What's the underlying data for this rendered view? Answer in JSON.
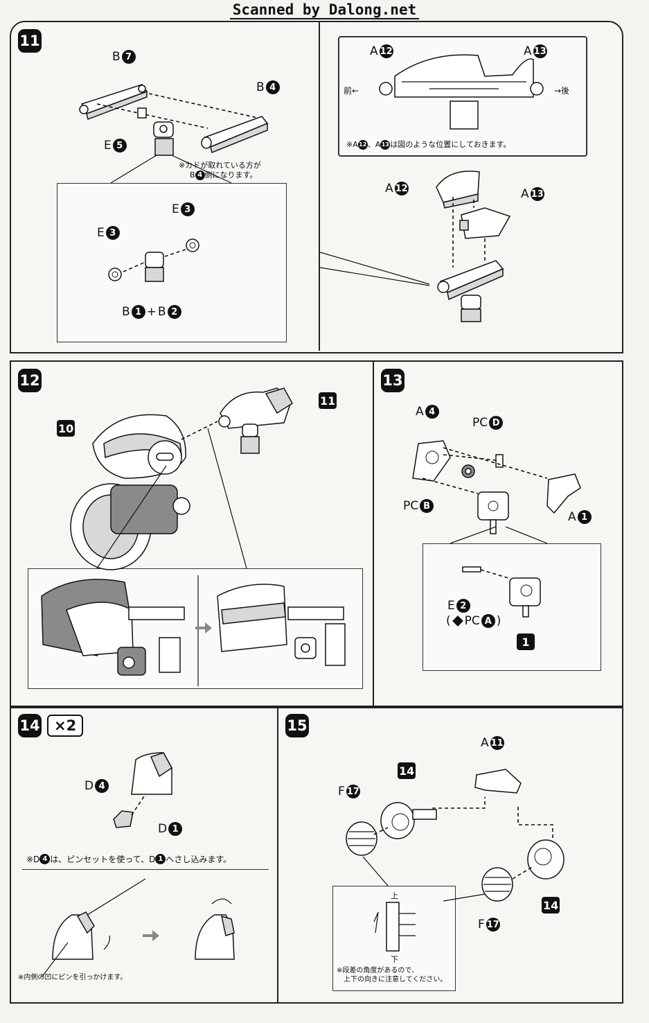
{
  "header": {
    "title": "Scanned by Dalong.net"
  },
  "step11": {
    "number": "11",
    "b7": {
      "letter": "B",
      "num": "7"
    },
    "b4": {
      "letter": "B",
      "num": "4"
    },
    "e5": {
      "letter": "E",
      "num": "5"
    },
    "note_line1": "※カドが取れている方が",
    "note_line2_num": "4",
    "note_line2_prefix": "B",
    "note_line2_suffix": "側になります。",
    "e3_left": {
      "letter": "E",
      "num": "3"
    },
    "e3_right": {
      "letter": "E",
      "num": "3"
    },
    "b1b2": {
      "l1": "B",
      "n1": "1",
      "plus": "+",
      "l2": "B",
      "n2": "2"
    },
    "a12_top": {
      "letter": "A",
      "num": "12"
    },
    "a13_top": {
      "letter": "A",
      "num": "13"
    },
    "front_label": "前←",
    "rear_label": "→後",
    "position_note": {
      "prefix": "※A",
      "n1": "12",
      "mid": "、A",
      "n2": "13",
      "suffix": "は図のような位置にしておきます。"
    },
    "a12_bottom": {
      "letter": "A",
      "num": "12"
    },
    "a13_bottom": {
      "letter": "A",
      "num": "13"
    }
  },
  "step12": {
    "number": "12",
    "ref10": "10",
    "ref11": "11"
  },
  "step13": {
    "number": "13",
    "a4": {
      "letter": "A",
      "num": "4"
    },
    "pcd": {
      "letter": "PC",
      "num": "D"
    },
    "pcb": {
      "letter": "PC",
      "num": "B"
    },
    "a1": {
      "letter": "A",
      "num": "1"
    },
    "e2": {
      "letter": "E",
      "num": "2"
    },
    "pca": {
      "open": "(",
      "letter": "PC",
      "num": "A",
      "close": ")"
    },
    "ref1": "1"
  },
  "step14": {
    "number": "14",
    "multiplier": "×2",
    "d4": {
      "letter": "D",
      "num": "4"
    },
    "d1": {
      "letter": "D",
      "num": "1"
    },
    "note": {
      "prefix": "※D",
      "n1": "4",
      "mid": "は、ピンセットを使って、D",
      "n2": "1",
      "suffix": "へさし込みます。"
    },
    "pin_note": "※内側の凹にピンを引っかけます。"
  },
  "step15": {
    "number": "15",
    "a11": {
      "letter": "A",
      "num": "11"
    },
    "ref14_top": "14",
    "f17_left": {
      "letter": "F",
      "num": "17"
    },
    "f17_right": {
      "letter": "F",
      "num": "17"
    },
    "ref14_right": "14",
    "up_label": "上",
    "down_label": "下",
    "angle_note_line1": "※段差の角度があるので、",
    "angle_note_line2": "上下の向きに注意してください。"
  }
}
